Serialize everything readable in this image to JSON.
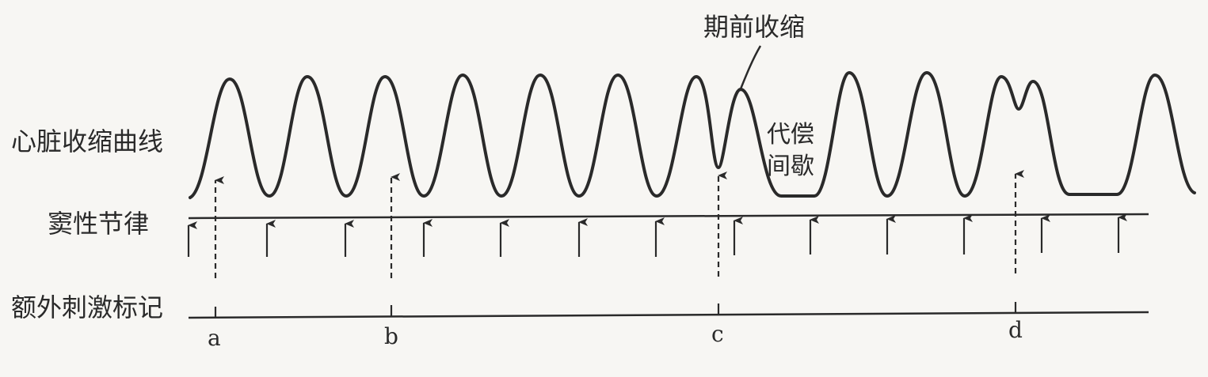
{
  "labels": {
    "row_contraction": "心脏收缩曲线",
    "row_sinus": "窦性节律",
    "row_stimulus": "额外刺激标记",
    "premature_contraction": "期前收缩",
    "compensatory_pause_line1": "代偿",
    "compensatory_pause_line2": "间歇"
  },
  "stimulus_marks": [
    "a",
    "b",
    "c",
    "d"
  ],
  "colors": {
    "ink": "#2a2a2a",
    "paper": "#f7f6f3"
  }
}
